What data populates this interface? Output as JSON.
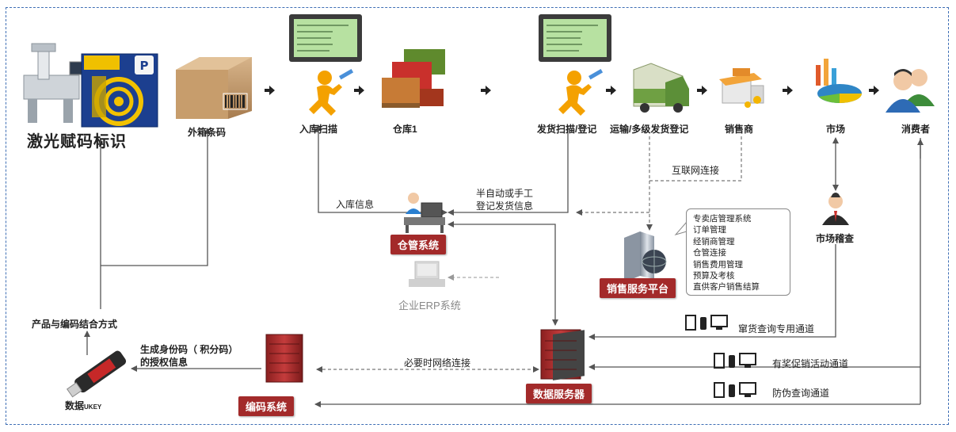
{
  "labels": {
    "laser_coding": "激光赋码标识",
    "outer_box_code": "外箱条码",
    "inbound_scan": "入库扫描",
    "warehouse1": "仓库1",
    "shipping_scan": "发货扫描/登记",
    "transport": "运输/多级发货登记",
    "dealer": "销售商",
    "market": "市场",
    "consumer": "消费者",
    "internet_connect": "互联网连接",
    "inbound_info": "入库信息",
    "semi_auto_line1": "半自动或手工",
    "semi_auto_line2": "登记发货信息",
    "market_inspection": "市场稽查",
    "erp": "企业ERP系统",
    "product_code_combo": "产品与编码结合方式",
    "generate_code_line1": "生成身份码（ 积分码）",
    "generate_code_line2": "的授权信息",
    "ukey_prefix": "数据",
    "ukey_suffix": "UKEY",
    "network_when_needed": "必要时网络连接",
    "channel_smuggle": "窜货查询专用通道",
    "channel_promo": "有奖促销活动通道",
    "channel_anticounterfeit": "防伪查询通道"
  },
  "tags": {
    "warehouse_system": "仓管系统",
    "sales_platform": "销售服务平台",
    "data_server": "数据服务器",
    "coding_system": "编码系统"
  },
  "platform_functions": [
    "专卖店管理系统",
    "订单管理",
    "经销商管理",
    "仓管连接",
    "销售费用管理",
    "预算及考核",
    "直供客户销售结算"
  ],
  "colors": {
    "tag_red": "#a32a2a",
    "frame_blue": "#3f6fb5",
    "arrow": "#555555"
  },
  "icons": [
    "laser-machine-icon",
    "product-pack-icon",
    "carton-box-icon",
    "scanner-terminal-icon",
    "runner-icon",
    "pallets-icon",
    "truck-icon",
    "store-icon",
    "pie-chart-icon",
    "consumers-icon",
    "operator-desk-icon",
    "server-globe-icon",
    "inspector-icon",
    "erp-computer-icon",
    "server-rack-icon",
    "usb-key-icon",
    "fixed-phone-icon",
    "mobile-phone-icon",
    "pc-monitor-icon"
  ]
}
